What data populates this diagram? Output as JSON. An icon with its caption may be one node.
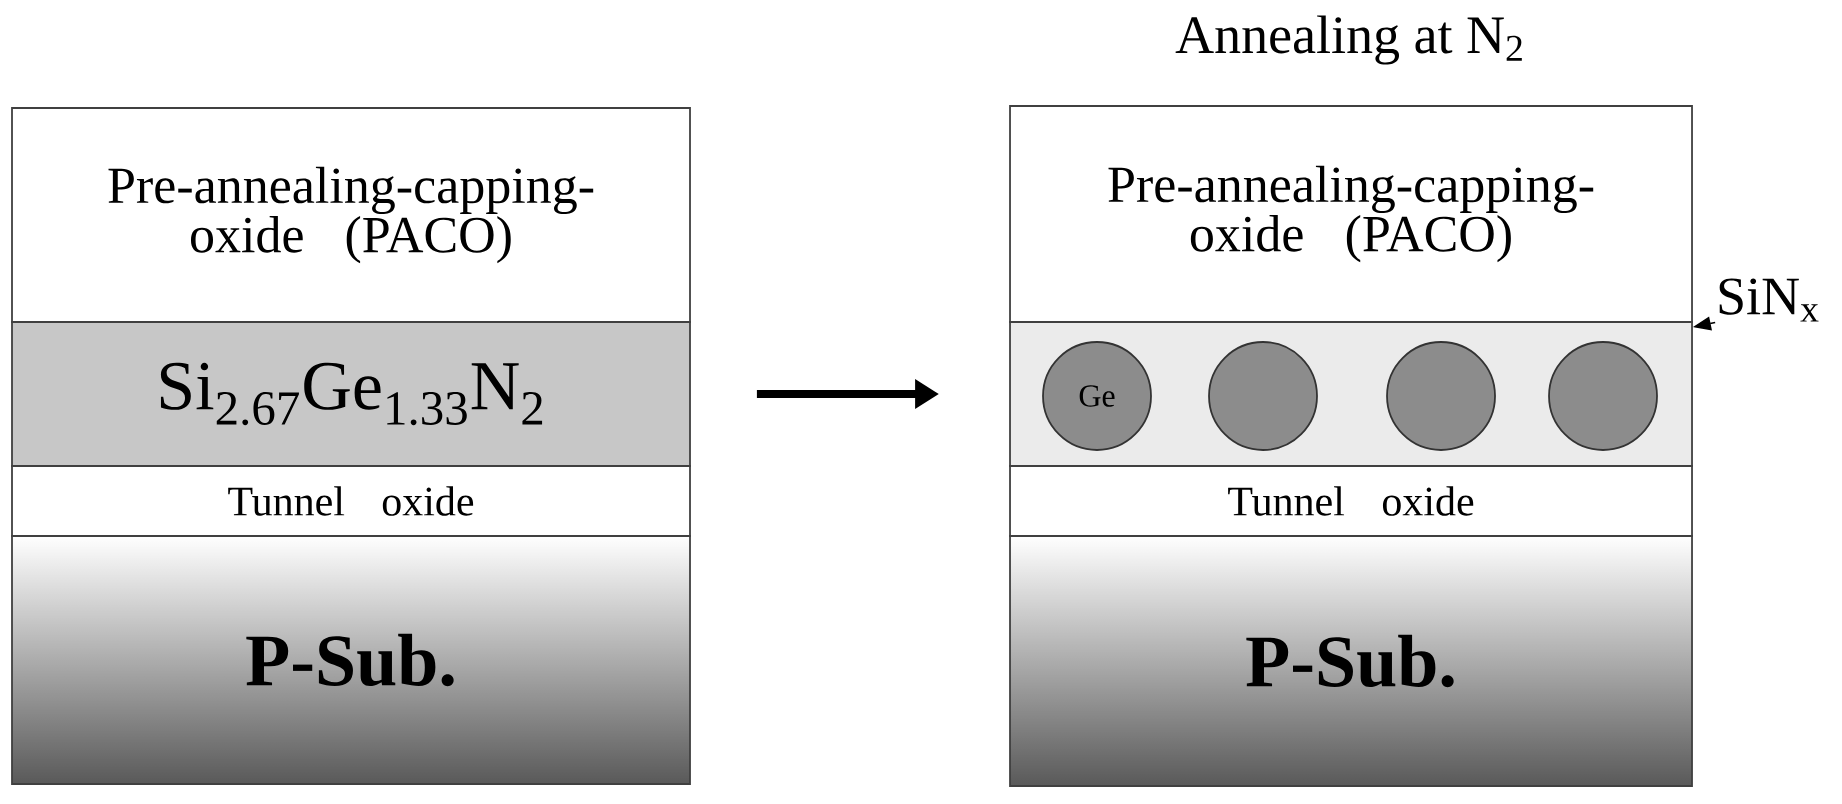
{
  "diagram": {
    "title": "Annealing at N$_{2}$",
    "nodes": [
      {
        "text": [
          "Pre-annealing-capping-oxide (PACO)"
        ]
      },
      {
        "text": [
          "Si$_{2.67}$Ge$_{1.33}$N$_{2}$"
        ]
      },
      {
        "text": [
          "Tunnel oxide"
        ]
      },
      {
        "text": [
          "P-Sub."
        ]
      },
      {
        "text": [
          "Pre-annealing-capping-oxide (PACO)"
        ]
      },
      {
        "text": [],
        "shape": "box"
      },
      {
        "text": [
          "Ge"
        ],
        "in": 5
      },
      {
        "text": [],
        "shape": "circle",
        "in": 5
      },
      {
        "text": [],
        "shape": "circle",
        "in": 5
      },
      {
        "text": [],
        "shape": "circle",
        "in": 5
      },
      {
        "text": [
          "Tunnel oxide"
        ]
      },
      {
        "text": [
          "P-Sub."
        ]
      },
      {
        "text": [
          "SiN$_{x}$"
        ]
      }
    ],
    "edges": [
      {
        "from": 1,
        "to": 5,
        "arrow": "to",
        "style": "thick"
      },
      {
        "from": 12,
        "to": 5,
        "arrow": "to"
      }
    ]
  }
}
